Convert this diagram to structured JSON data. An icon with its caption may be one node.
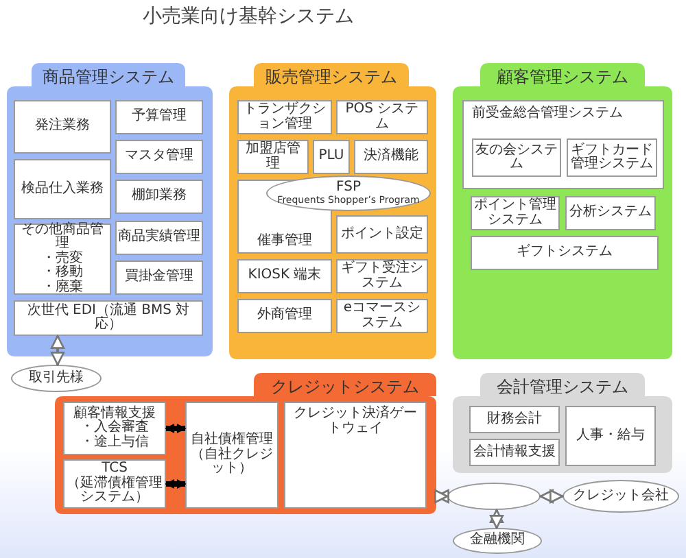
{
  "diagram": {
    "title": "小売業向け基幹システム",
    "nodes": [
      {
        "text": [
          "商品管理システム"
        ]
      },
      {
        "text": [
          "発注業務"
        ],
        "in": 0
      },
      {
        "text": [
          "予算管理"
        ],
        "in": 0
      },
      {
        "text": [
          "マスタ管理"
        ],
        "in": 0
      },
      {
        "text": [
          "検品仕入業務"
        ],
        "in": 0
      },
      {
        "text": [
          "棚卸業務"
        ],
        "in": 0
      },
      {
        "text": [
          "その他商品管理",
          "・売変",
          "・移動",
          "・廃棄"
        ],
        "in": 0
      },
      {
        "text": [
          "商品実績管理"
        ],
        "in": 0
      },
      {
        "text": [
          "買掛金管理"
        ],
        "in": 0
      },
      {
        "text": [
          "次世代 EDI（流通 BMS 対応）"
        ],
        "in": 0
      },
      {
        "text": [
          "販売管理システム"
        ]
      },
      {
        "text": [
          "トランザクション管理"
        ],
        "in": 10
      },
      {
        "text": [
          "POS システム"
        ],
        "in": 10
      },
      {
        "text": [
          "加盟店管理"
        ],
        "in": 10
      },
      {
        "text": [
          "PLU"
        ],
        "in": 10
      },
      {
        "text": [
          "決済機能"
        ],
        "in": 10
      },
      {
        "text": [
          "FSP",
          "Frequents Shopper’s Program"
        ],
        "in": 10
      },
      {
        "text": [
          "催事管理"
        ],
        "in": 10
      },
      {
        "text": [
          "ポイント設定"
        ],
        "in": 10
      },
      {
        "text": [
          "KIOSK 端末"
        ],
        "in": 10
      },
      {
        "text": [
          "ギフト受注システム"
        ],
        "in": 10
      },
      {
        "text": [
          "外商管理"
        ],
        "in": 10
      },
      {
        "text": [
          "eコマースシステム"
        ],
        "in": 10
      },
      {
        "text": [
          "顧客管理システム"
        ]
      },
      {
        "text": [
          "前受金総合管理システム"
        ],
        "in": 23
      },
      {
        "text": [
          "友の会システム"
        ],
        "in": 24
      },
      {
        "text": [
          "ギフトカード管理システム"
        ],
        "in": 24
      },
      {
        "text": [
          "ポイント管理システム"
        ],
        "in": 23
      },
      {
        "text": [
          "分析システム"
        ],
        "in": 23
      },
      {
        "text": [
          "ギフトシステム"
        ],
        "in": 23
      },
      {
        "text": [
          "取引先様"
        ]
      },
      {
        "text": [
          "クレジットシステム"
        ]
      },
      {
        "text": [
          "顧客情報支援",
          "・入会審査",
          "・途上与信"
        ],
        "in": 31
      },
      {
        "text": [
          "TCS",
          "（延滞債権管理システム）"
        ],
        "in": 31
      },
      {
        "text": [
          "自社債権管理",
          "（自社クレジット）"
        ],
        "in": 31
      },
      {
        "text": [
          "クレジット決済ゲートウェイ"
        ],
        "in": 31
      },
      {
        "text": [
          "会計管理システム"
        ]
      },
      {
        "text": [
          "財務会計"
        ],
        "in": 36
      },
      {
        "text": [
          "会計情報支援"
        ],
        "in": 36
      },
      {
        "text": [
          "人事・給与"
        ],
        "in": 36
      },
      {
        "text": [],
        "shape": "ellipse"
      },
      {
        "text": [
          "クレジット会社"
        ]
      },
      {
        "text": [
          "金融機関"
        ]
      }
    ],
    "edges": [
      {
        "from": 9,
        "to": 30,
        "arrow": "both"
      },
      {
        "from": 32,
        "to": 34,
        "arrow": "both",
        "style": "thick",
        "color": "#000000"
      },
      {
        "from": 33,
        "to": 34,
        "arrow": "both",
        "style": "thick",
        "color": "#000000"
      },
      {
        "from": 31,
        "to": 40,
        "arrow": "both"
      },
      {
        "from": 40,
        "to": 41,
        "arrow": "both"
      },
      {
        "from": 40,
        "to": 42,
        "arrow": "both"
      }
    ]
  }
}
